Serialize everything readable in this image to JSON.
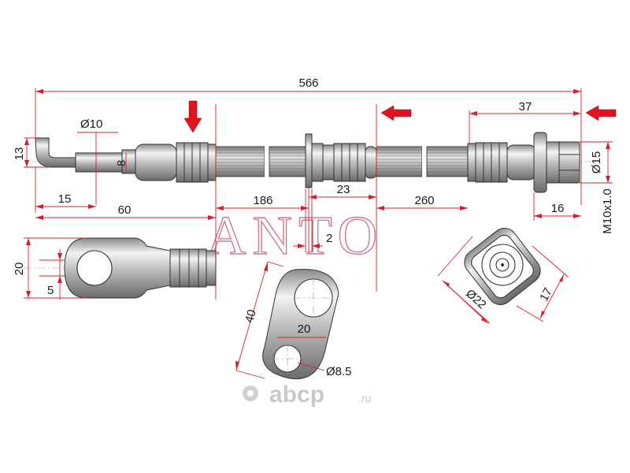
{
  "watermark": "ANTO",
  "site": {
    "name": "abcp",
    "suffix": ".ru"
  },
  "dimensions": {
    "total_length": "566",
    "end_fitting_length": "37",
    "bend_height": "13",
    "tube_diameter": "Ø10",
    "tube_width": "8",
    "bend_offset": "15",
    "first_fitting": "60",
    "section_left": "186",
    "bracket_width": "23",
    "section_right": "260",
    "bracket_thickness": "2",
    "nut_diameter": "Ø15",
    "nut_length": "16",
    "thread": "M10x1.0",
    "eye_height": "20",
    "eye_offset": "5",
    "bracket_length": "40",
    "bracket_hole_spacing": "20",
    "bracket_hole_diameter": "Ø8.5",
    "hex_diameter": "Ø22",
    "hex_size": "17"
  }
}
